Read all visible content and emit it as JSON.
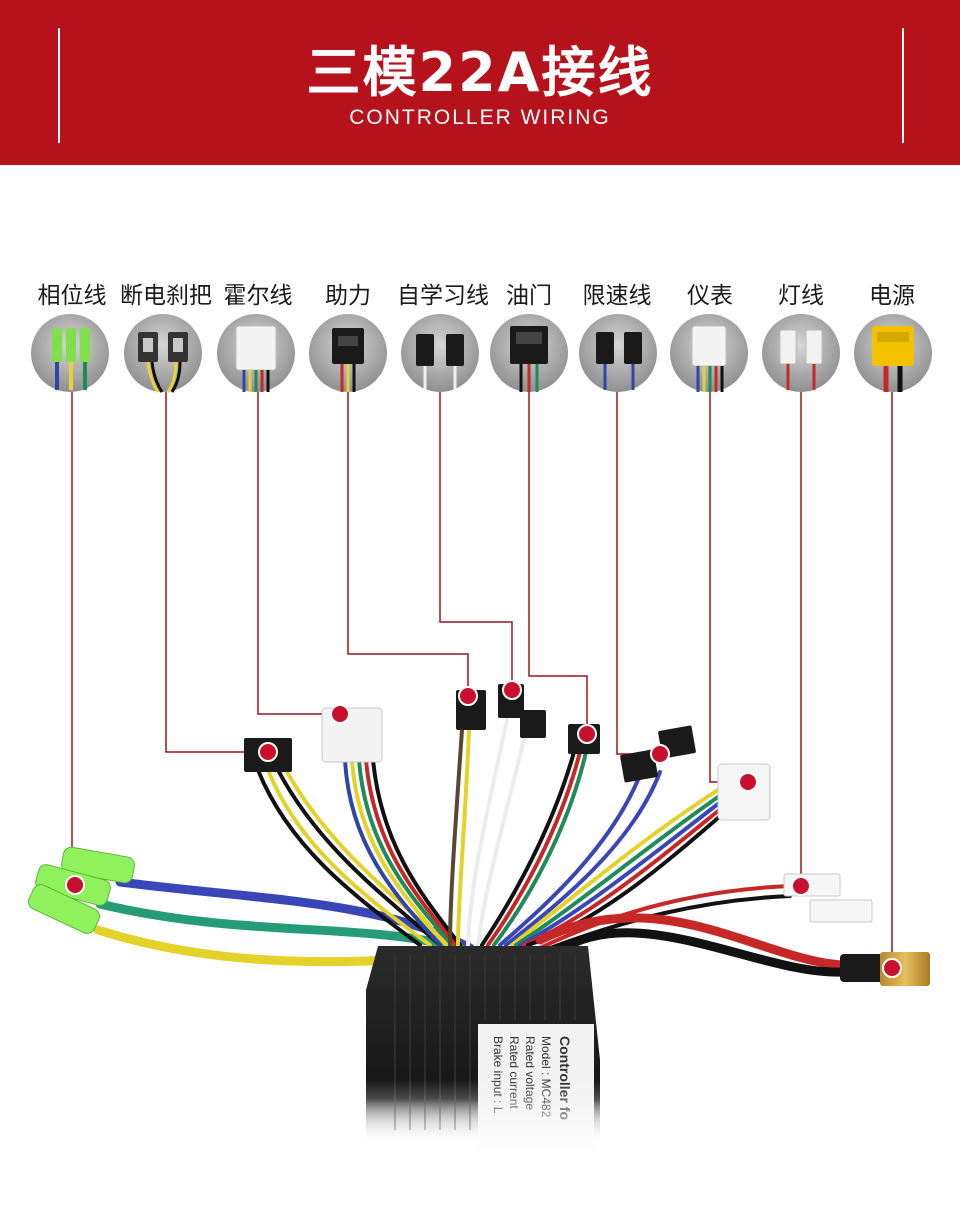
{
  "header": {
    "title": "三模22A接线",
    "subtitle": "CONTROLLER WIRING"
  },
  "connectors": [
    {
      "label": "相位线",
      "icon": "phase-wire-connector-icon"
    },
    {
      "label": "断电刹把",
      "icon": "brake-lever-connector-icon"
    },
    {
      "label": "霍尔线",
      "icon": "hall-wire-connector-icon"
    },
    {
      "label": "助力",
      "icon": "pedal-assist-connector-icon"
    },
    {
      "label": "自学习线",
      "icon": "self-learning-connector-icon"
    },
    {
      "label": "油门",
      "icon": "throttle-connector-icon"
    },
    {
      "label": "限速线",
      "icon": "speed-limit-connector-icon"
    },
    {
      "label": "仪表",
      "icon": "meter-connector-icon"
    },
    {
      "label": "灯线",
      "icon": "light-connector-icon"
    },
    {
      "label": "电源",
      "icon": "power-xt60-connector-icon"
    }
  ],
  "controller_label": {
    "lines": [
      "Controller fo",
      "Model : MC482",
      "Rated voltage",
      "Rated current",
      "Brake input : L"
    ]
  },
  "colors": {
    "banner": "#b5121b",
    "leader": "#a0141c",
    "dot": "#c8102e",
    "circle": "#9a9a9a",
    "controller_body": "#1c1c1c"
  }
}
